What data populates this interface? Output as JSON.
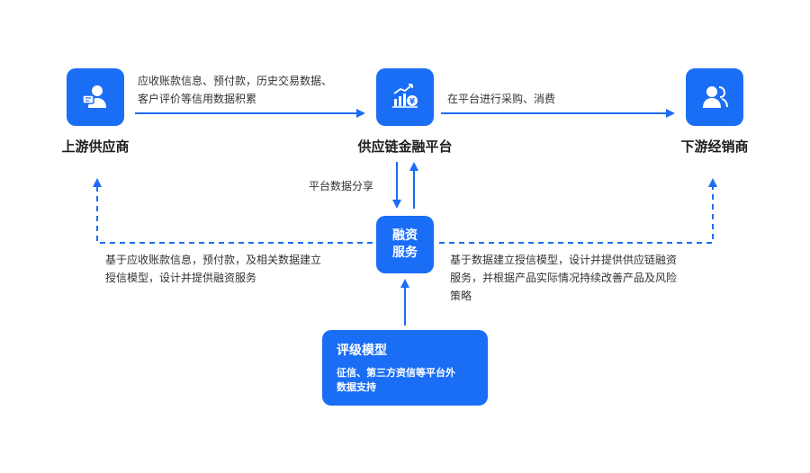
{
  "nodes": {
    "supplier": {
      "label": "上游供应商",
      "icon": "user-card-icon"
    },
    "platform": {
      "label": "供应链金融平台",
      "icon": "growth-chart-coin-icon"
    },
    "distributor": {
      "label": "下游经销商",
      "icon": "users-icon"
    }
  },
  "financing": {
    "line1": "融资",
    "line2": "服务"
  },
  "rating_model": {
    "title": "评级模型",
    "desc_line1": "征信、第三方资信等平台外",
    "desc_line2": "数据支持"
  },
  "edges": {
    "supplier_to_platform": {
      "line1": "应收账款信息、预付款，历史交易数据、",
      "line2": "客户评价等信用数据积累"
    },
    "platform_to_distributor": "在平台进行采购、消费",
    "platform_share": "平台数据分享",
    "finance_to_supplier": {
      "line1": "基于应收账款信息，预付款，及相关数据建立",
      "line2": "授信模型，设计并提供融资服务"
    },
    "finance_to_distributor": {
      "line1": "基于数据建立授信模型，设计并提供供应链融资",
      "line2": "服务，并根据产品实际情况持续改善产品及风险",
      "line3": "策略"
    }
  },
  "colors": {
    "accent": "#1a6ef5",
    "text": "#333333"
  }
}
